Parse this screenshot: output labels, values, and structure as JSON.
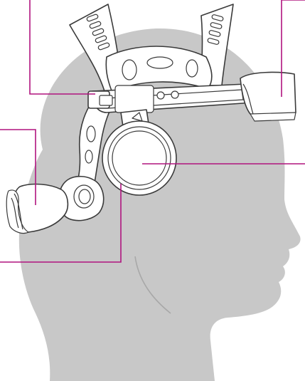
{
  "colors": {
    "background": "#ffffff",
    "head_silhouette": "#c8c8c8",
    "line_art": "#3a3a3a",
    "callout": "#b0147f"
  },
  "callouts": [
    {
      "name": "top-left"
    },
    {
      "name": "top-right"
    },
    {
      "name": "middle-right"
    },
    {
      "name": "middle-left"
    },
    {
      "name": "bottom-left"
    }
  ]
}
